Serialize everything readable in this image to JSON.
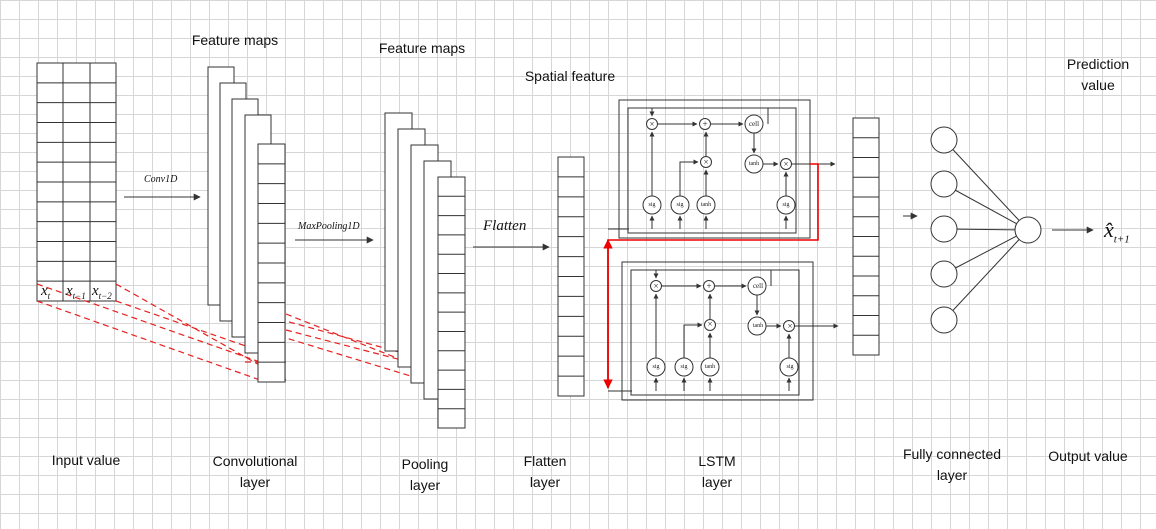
{
  "labels": {
    "feature_maps_1": "Feature maps",
    "feature_maps_2": "Feature maps",
    "spatial_feature": "Spatial feature",
    "prediction_value_1": "Prediction",
    "prediction_value_2": "value",
    "input_value": "Input value",
    "conv_layer_1": "Convolutional",
    "conv_layer_2": "layer",
    "pooling_layer_1": "Pooling",
    "pooling_layer_2": "layer",
    "flatten_layer_1": "Flatten",
    "flatten_layer_2": "layer",
    "lstm_layer_1": "LSTM",
    "lstm_layer_2": "layer",
    "fc_layer_1": "Fully connected",
    "fc_layer_2": "layer",
    "output_value": "Output value"
  },
  "ops": {
    "conv1d": "Conv1D",
    "maxpooling1d": "MaxPooling1D",
    "flatten": "Flatten"
  },
  "input_cells": [
    "x",
    "x",
    "x"
  ],
  "input_subscripts": [
    "t",
    "t−1",
    "t−2"
  ],
  "output_symbol": "x̂",
  "output_subscript": "t+1",
  "lstm_cell": {
    "mult": "×",
    "plus": "+",
    "cell": "cell",
    "tanh": "tanh",
    "sig": "sig"
  },
  "colors": {
    "grid": "#d6d6d6",
    "line": "#333333",
    "red": "#ff0000",
    "red_dashed": "#e82020"
  }
}
